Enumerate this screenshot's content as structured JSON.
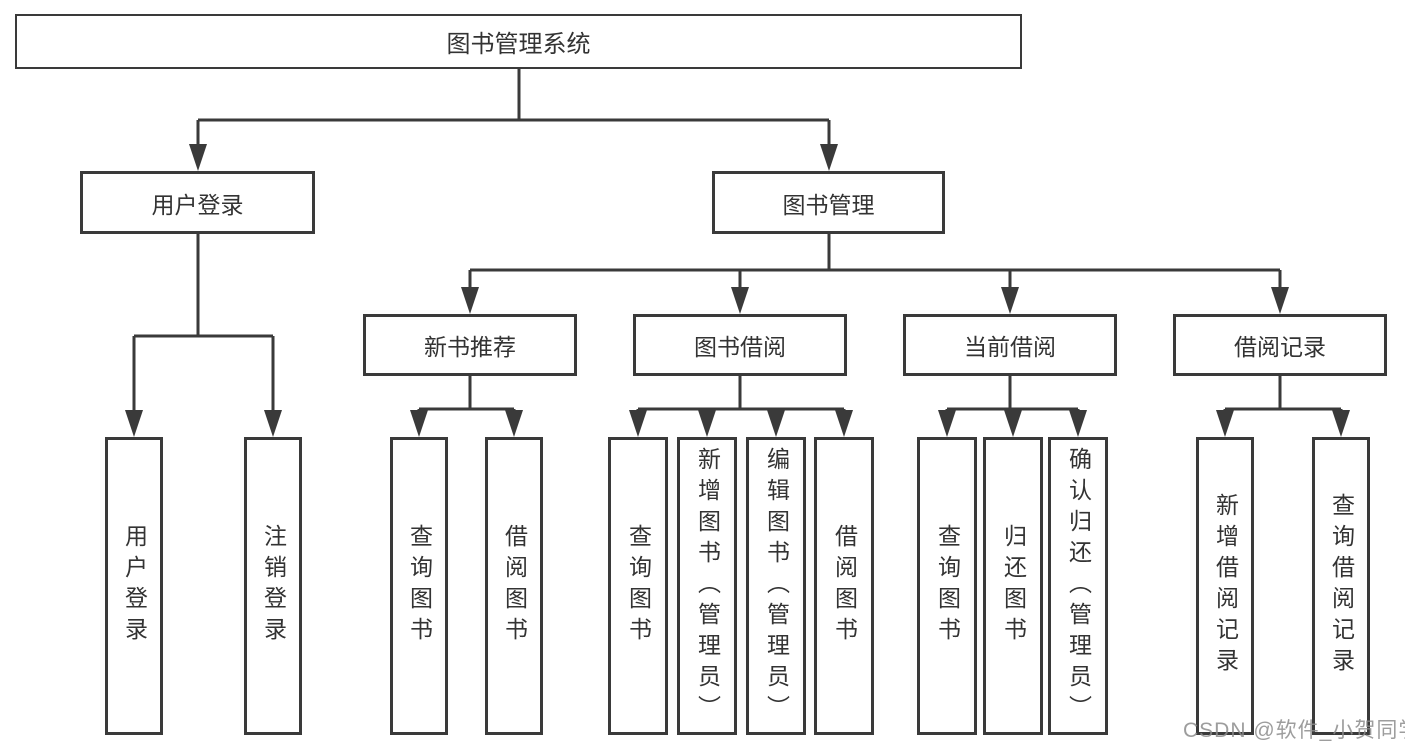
{
  "diagram": {
    "root": {
      "label": "图书管理系统"
    },
    "level2": [
      {
        "label": "用户登录"
      },
      {
        "label": "图书管理"
      }
    ],
    "level3": [
      {
        "label": "新书推荐"
      },
      {
        "label": "图书借阅"
      },
      {
        "label": "当前借阅"
      },
      {
        "label": "借阅记录"
      }
    ],
    "leaves": {
      "user_login": [
        "用户登录",
        "注销登录"
      ],
      "new_books": [
        "查询图书",
        "借阅图书"
      ],
      "book_borrow": [
        "查询图书",
        "新增图书（管理员）",
        "编辑图书（管理员）",
        "借阅图书"
      ],
      "current_borrow": [
        "查询图书",
        "归还图书",
        "确认归还（管理员）"
      ],
      "borrow_records": [
        "新增借阅记录",
        "查询借阅记录"
      ]
    },
    "colors": {
      "line": "#3a3a3a",
      "text": "#333333",
      "background": "#ffffff",
      "watermark": "#8c8c8c"
    },
    "watermark": "CSDN @软件_小贺同学"
  }
}
